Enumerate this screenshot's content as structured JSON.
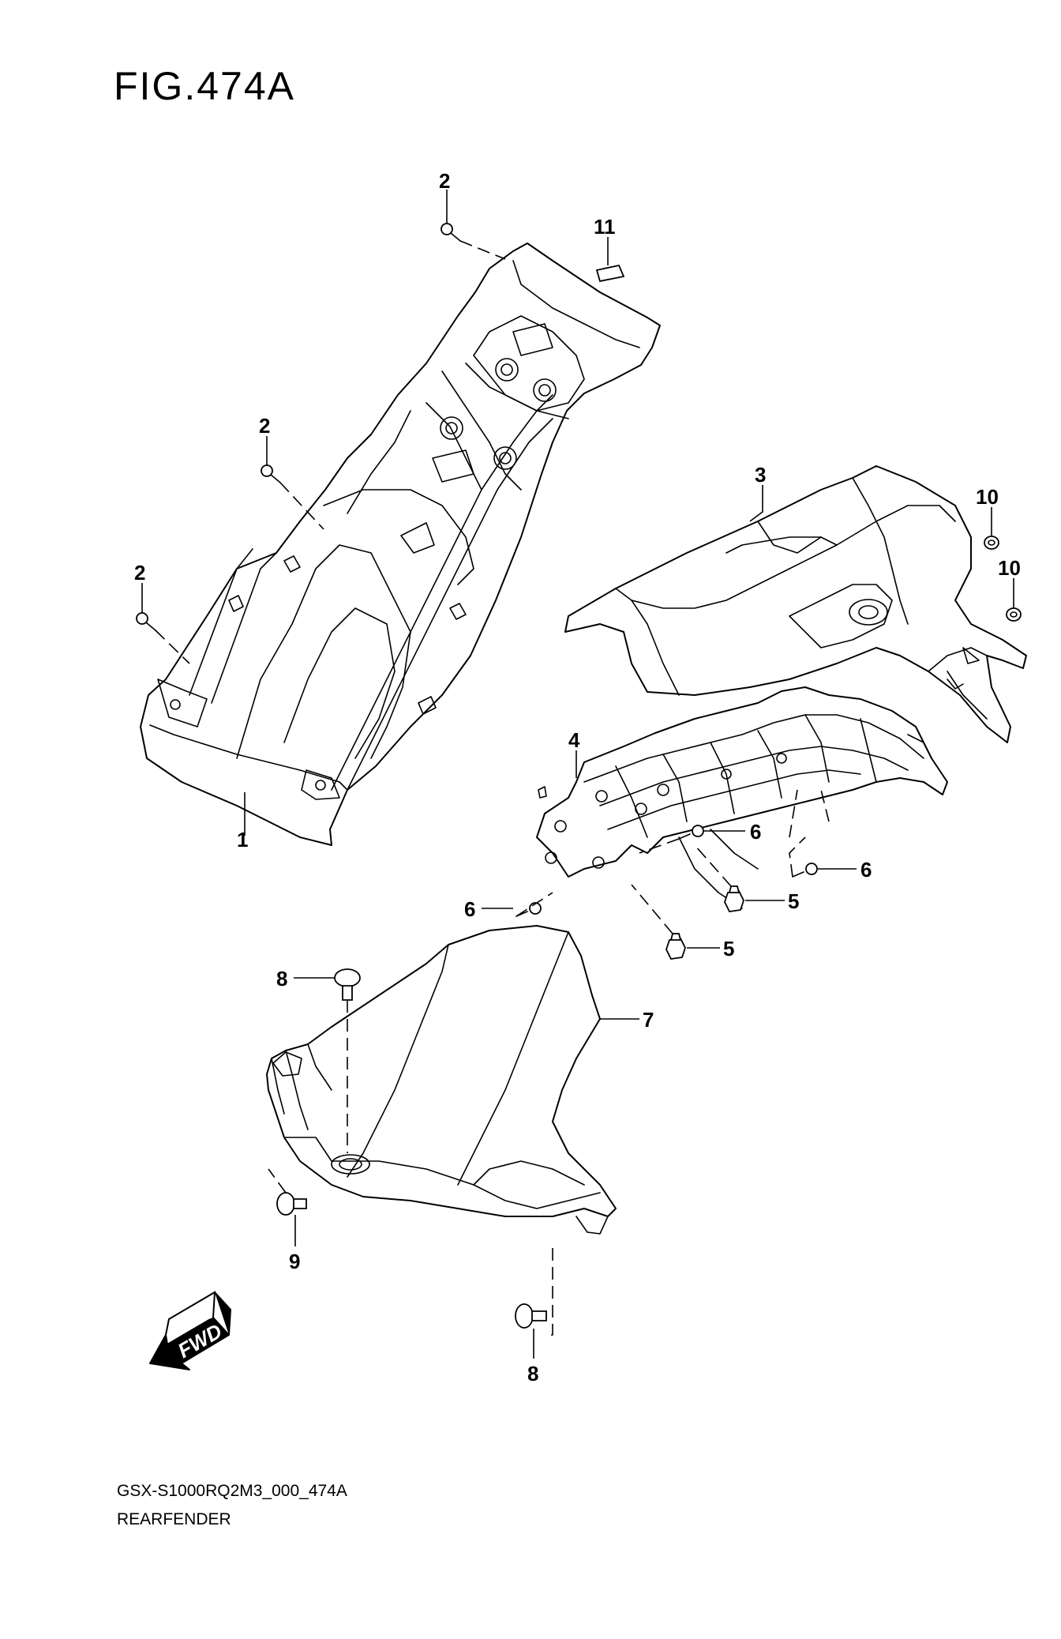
{
  "figure": {
    "title": "FIG.474A",
    "code": "GSX-S1000RQ2M3_000_474A",
    "name": "REARFENDER"
  },
  "callouts": [
    {
      "id": "c1",
      "label": "1"
    },
    {
      "id": "c2a",
      "label": "2"
    },
    {
      "id": "c2b",
      "label": "2"
    },
    {
      "id": "c2c",
      "label": "2"
    },
    {
      "id": "c3",
      "label": "3"
    },
    {
      "id": "c4",
      "label": "4"
    },
    {
      "id": "c5a",
      "label": "5"
    },
    {
      "id": "c5b",
      "label": "5"
    },
    {
      "id": "c6a",
      "label": "6"
    },
    {
      "id": "c6b",
      "label": "6"
    },
    {
      "id": "c6c",
      "label": "6"
    },
    {
      "id": "c7",
      "label": "7"
    },
    {
      "id": "c8a",
      "label": "8"
    },
    {
      "id": "c8b",
      "label": "8"
    },
    {
      "id": "c9",
      "label": "9"
    },
    {
      "id": "c10a",
      "label": "10"
    },
    {
      "id": "c10b",
      "label": "10"
    },
    {
      "id": "c11",
      "label": "11"
    }
  ],
  "fwd_arrow": {
    "label": "FWD"
  }
}
